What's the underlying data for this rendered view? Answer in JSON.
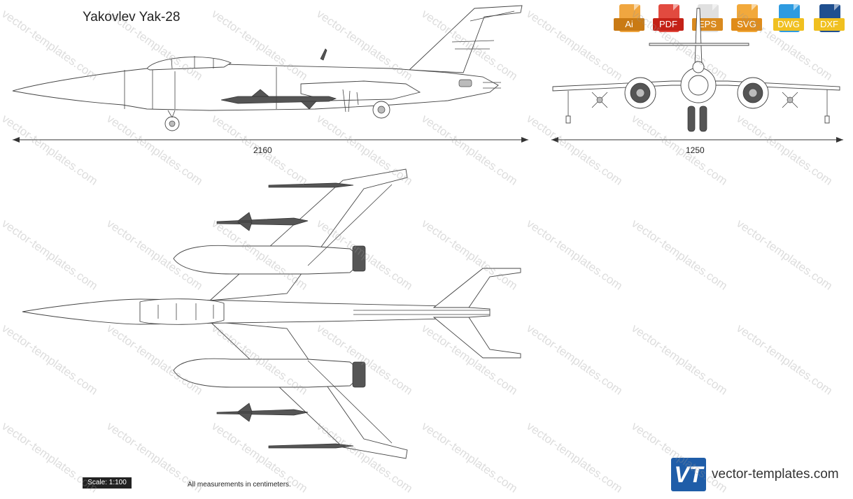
{
  "title": "Yakovlev Yak-28",
  "formats": [
    {
      "label": "Ai",
      "color": "#d98a1f"
    },
    {
      "label": "PDF",
      "color": "#d9291f"
    },
    {
      "label": "EPS",
      "color": "#d98a1f"
    },
    {
      "label": "SVG",
      "color": "#e8961f"
    },
    {
      "label": "DWG",
      "color": "#1f8fd9"
    },
    {
      "label": "DXF",
      "color": "#1f5da8"
    }
  ],
  "dimensions": {
    "length": "2160",
    "span": "1250"
  },
  "scale": "Scale: 1:100",
  "note": "All measurements in centimeters.",
  "brand": {
    "logo_text": "VT",
    "site": "vector-templates.com"
  },
  "watermark": "vector-templates.com"
}
